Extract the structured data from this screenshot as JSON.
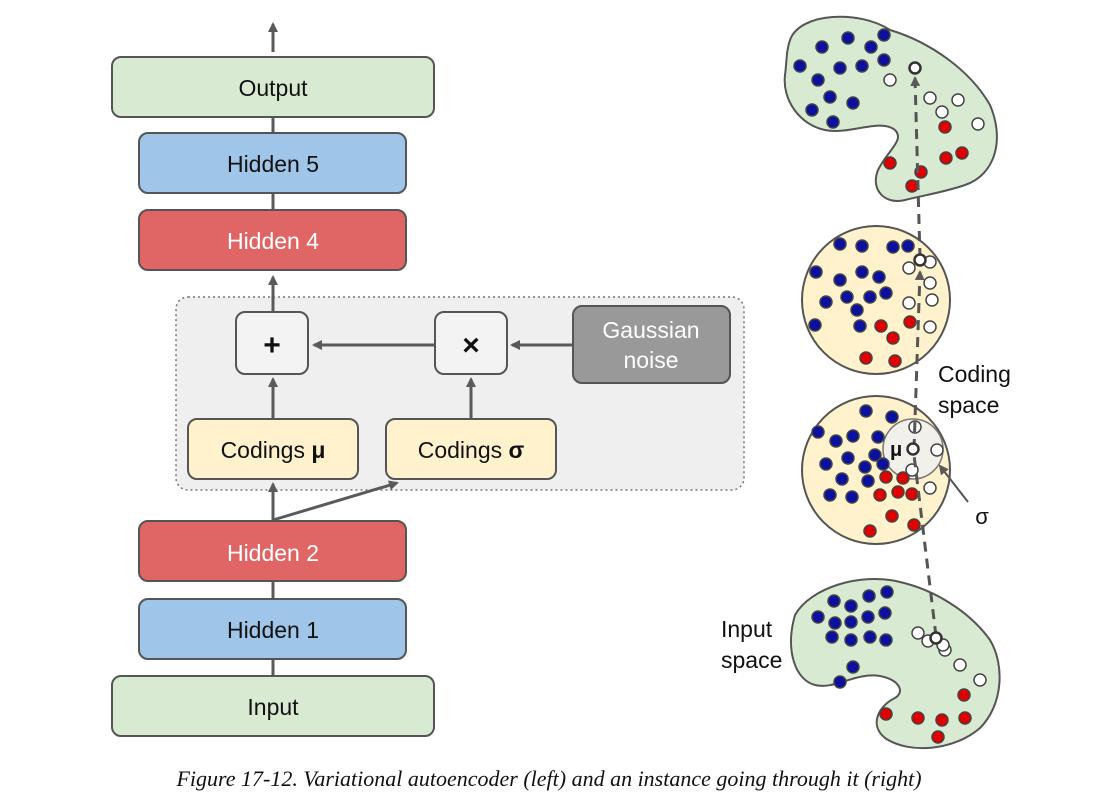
{
  "figure": {
    "caption": "Figure 17-12. Variational autoencoder (left) and an instance going through it (right)"
  },
  "network": {
    "output": "Output",
    "hidden5": "Hidden 5",
    "hidden4": "Hidden 4",
    "hidden2": "Hidden 2",
    "hidden1": "Hidden 1",
    "input": "Input",
    "plus_op": "+",
    "times_op": "×",
    "gaussian_noise_line1": "Gaussian",
    "gaussian_noise_line2": "noise",
    "codings_mu_text": "Codings ",
    "codings_mu_symbol": "μ",
    "codings_sigma_text": "Codings ",
    "codings_sigma_symbol": "σ"
  },
  "spaces": {
    "coding_space_line1": "Coding",
    "coding_space_line2": "space",
    "input_space_line1": "Input",
    "input_space_line2": "space",
    "mu_label": "μ",
    "sigma_label": "σ"
  },
  "colors": {
    "green_layer": "#d9ead3",
    "blue_layer": "#9fc5e8",
    "red_layer": "#e06666",
    "yellow_box": "#fff2cc",
    "gray_box": "#999999",
    "op_box": "#f3f3f3",
    "dot_blue": "#0b109e",
    "dot_red": "#e00000",
    "dot_white": "#ffffff",
    "stroke": "#555555"
  }
}
